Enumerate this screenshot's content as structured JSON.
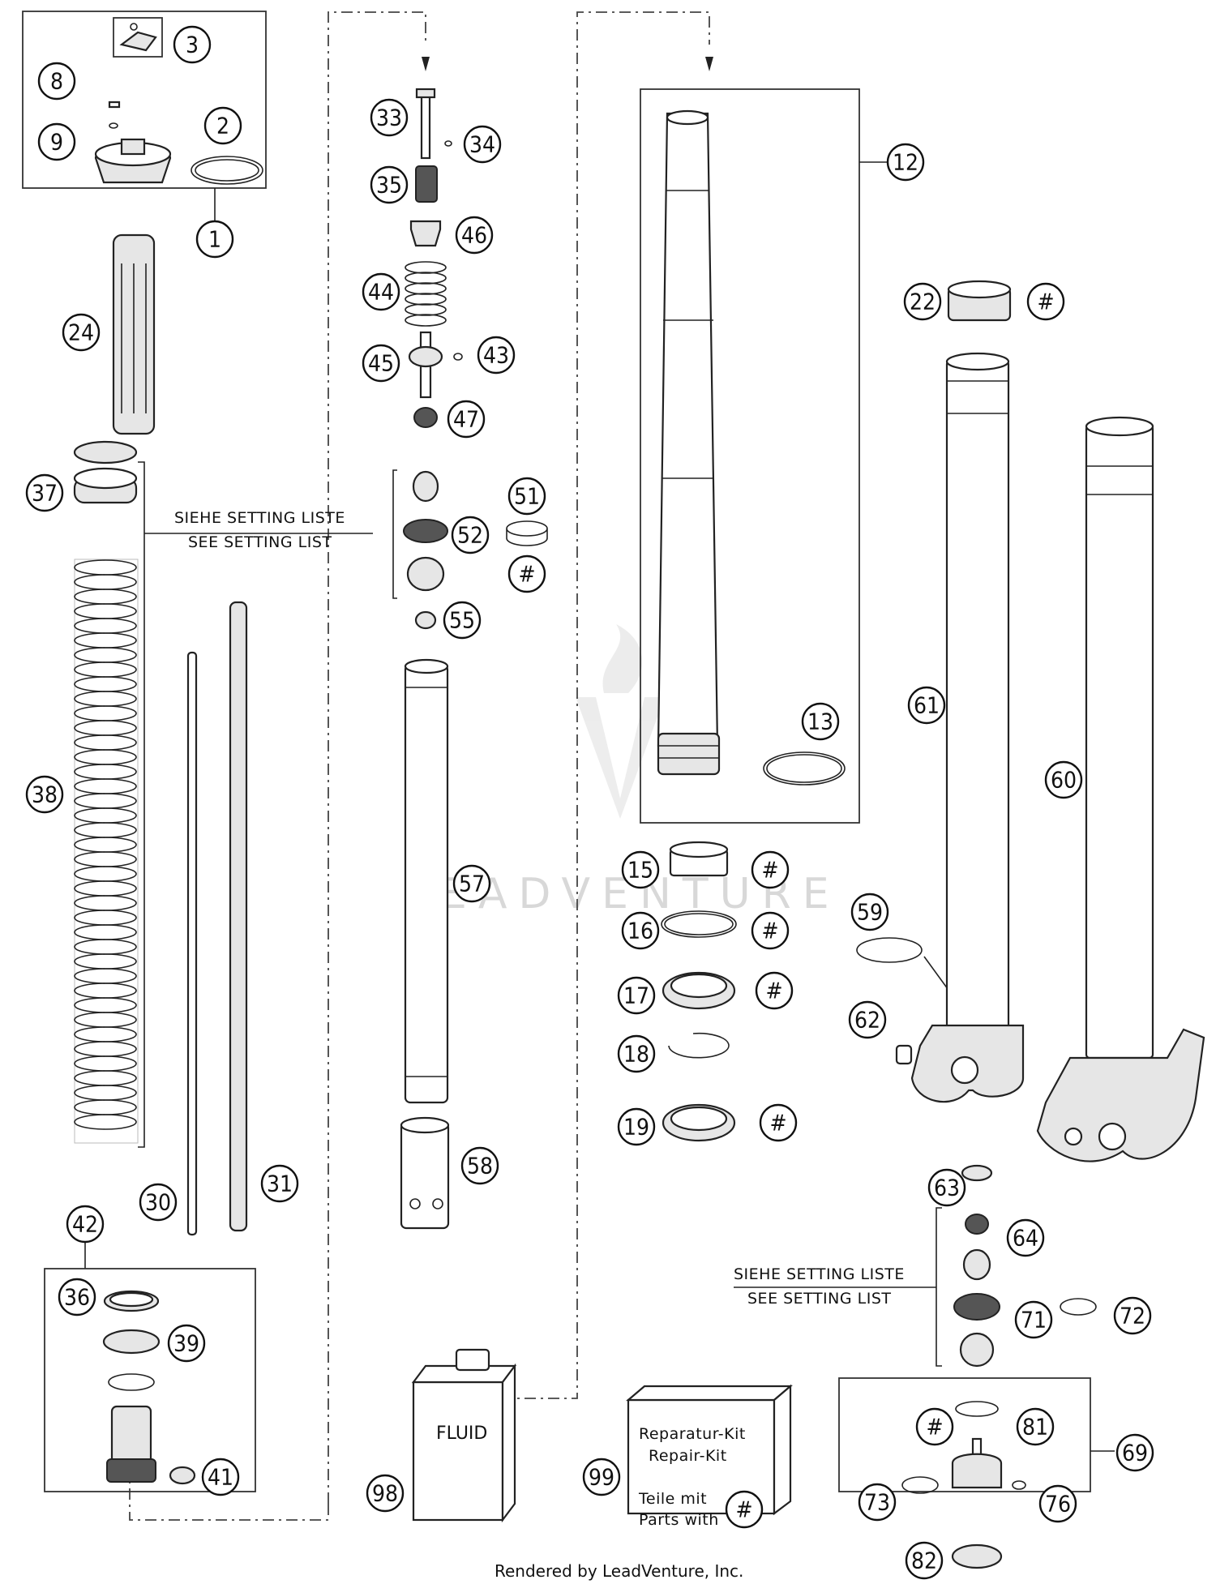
{
  "diagram": {
    "watermark": "LEADVENTURE",
    "footer": "Rendered by LeadVenture, Inc.",
    "notes": {
      "setting_left_de": "SIEHE SETTING LISTE",
      "setting_left_en": "SEE SETTING LIST",
      "setting_right_de": "SIEHE SETTING LISTE",
      "setting_right_en": "SEE SETTING LIST"
    },
    "fluid_label": "FLUID",
    "repair_kit": {
      "line1": "Reparatur-Kit",
      "line2": "Repair-Kit",
      "line3": "Teile mit",
      "line4": "Parts with",
      "symbol": "#"
    },
    "callouts": {
      "c1": "1",
      "c2": "2",
      "c3": "3",
      "c8": "8",
      "c9": "9",
      "c12": "12",
      "c13": "13",
      "c15": "15",
      "c16": "16",
      "c17": "17",
      "c18": "18",
      "c19": "19",
      "c22": "22",
      "c24": "24",
      "c30": "30",
      "c31": "31",
      "c33": "33",
      "c34": "34",
      "c35": "35",
      "c36": "36",
      "c37": "37",
      "c38": "38",
      "c39": "39",
      "c41": "41",
      "c42": "42",
      "c43": "43",
      "c44": "44",
      "c45": "45",
      "c46": "46",
      "c47": "47",
      "c51": "51",
      "c52": "52",
      "c55": "55",
      "c57": "57",
      "c58": "58",
      "c59": "59",
      "c60": "60",
      "c61": "61",
      "c62": "62",
      "c63": "63",
      "c64": "64",
      "c69": "69",
      "c71": "71",
      "c72": "72",
      "c73": "73",
      "c76": "76",
      "c81": "81",
      "c82": "82",
      "c98": "98",
      "c99": "99",
      "h51": "#",
      "h22": "#",
      "h15": "#",
      "h16": "#",
      "h17": "#",
      "h19": "#",
      "h81": "#"
    }
  }
}
